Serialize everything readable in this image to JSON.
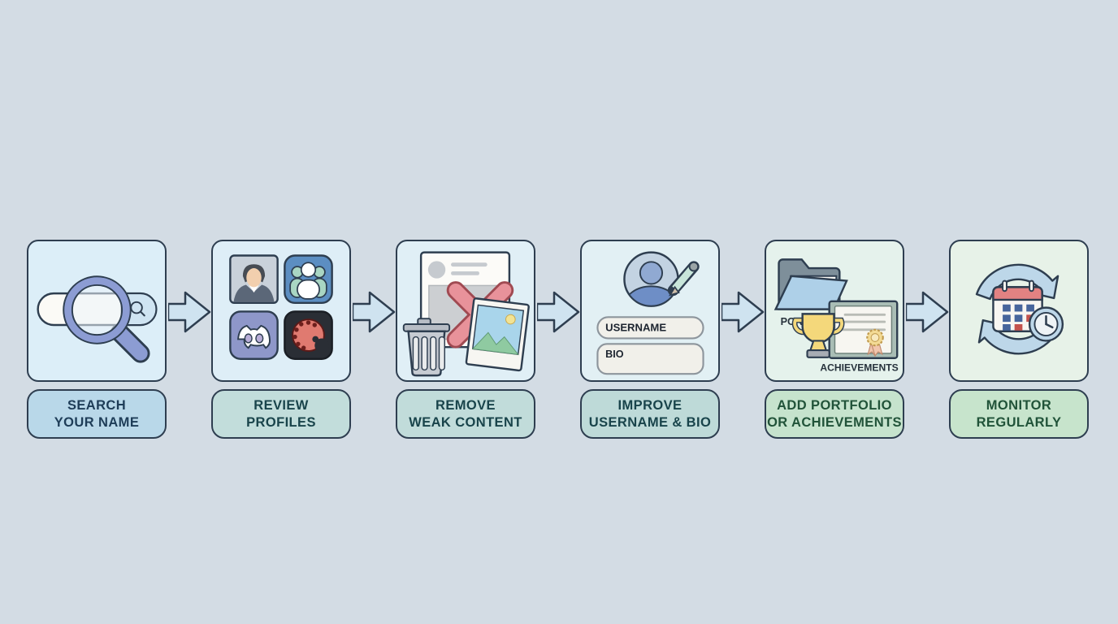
{
  "steps": [
    {
      "name": "search-your-name",
      "label": [
        "SEARCH",
        "YOUR NAME"
      ],
      "icon": "magnifier-over-search-bar-icon"
    },
    {
      "name": "review-profiles",
      "label": [
        "REVIEW",
        "PROFILES"
      ],
      "icon": "profile-apps-grid-icon"
    },
    {
      "name": "remove-weak-content",
      "label": [
        "REMOVE",
        "WEAK CONTENT"
      ],
      "icon": "trash-crossed-post-photo-icon"
    },
    {
      "name": "improve-username-bio",
      "label": [
        "IMPROVE",
        "USERNAME & BIO"
      ],
      "icon": "avatar-edit-pencil-icon",
      "username_field": "USERNAME",
      "bio_field": "BIO"
    },
    {
      "name": "add-portfolio-achievements",
      "label": [
        "ADD PORTFOLIO",
        "OR ACHIEVEMENTS"
      ],
      "icon": "folder-trophy-certificate-icon",
      "portfolio_caption": "PORTFOLIO",
      "achievements_caption": "ACHIEVEMENTS"
    },
    {
      "name": "monitor-regularly",
      "label": [
        "MONITOR",
        "REGULARLY"
      ],
      "icon": "calendar-clock-refresh-icon"
    }
  ],
  "palette": {
    "page_background": "#d3dce4",
    "outline": "#2e3e50",
    "card_blue": "#dceef8",
    "card_green": "#e7f2e8",
    "label_blue": "#b9d8e9",
    "label_teal": "#c1dcda",
    "label_green": "#c7e4cc",
    "arrow_fill": "#cfe3f0",
    "magnifier_purple": "#8c9cd3",
    "discord_purple": "#8e97c9",
    "group_tile_blue": "#5c8ec2",
    "palette_tile_dark": "#2a2e35",
    "palette_red": "#e07a70",
    "cross_red": "#e8929a",
    "folder_blue": "#aed0e8",
    "trophy_gold": "#f4d87b",
    "calendar_red": "#e28282",
    "cycle_arrow_blue": "#bdd7e9"
  }
}
